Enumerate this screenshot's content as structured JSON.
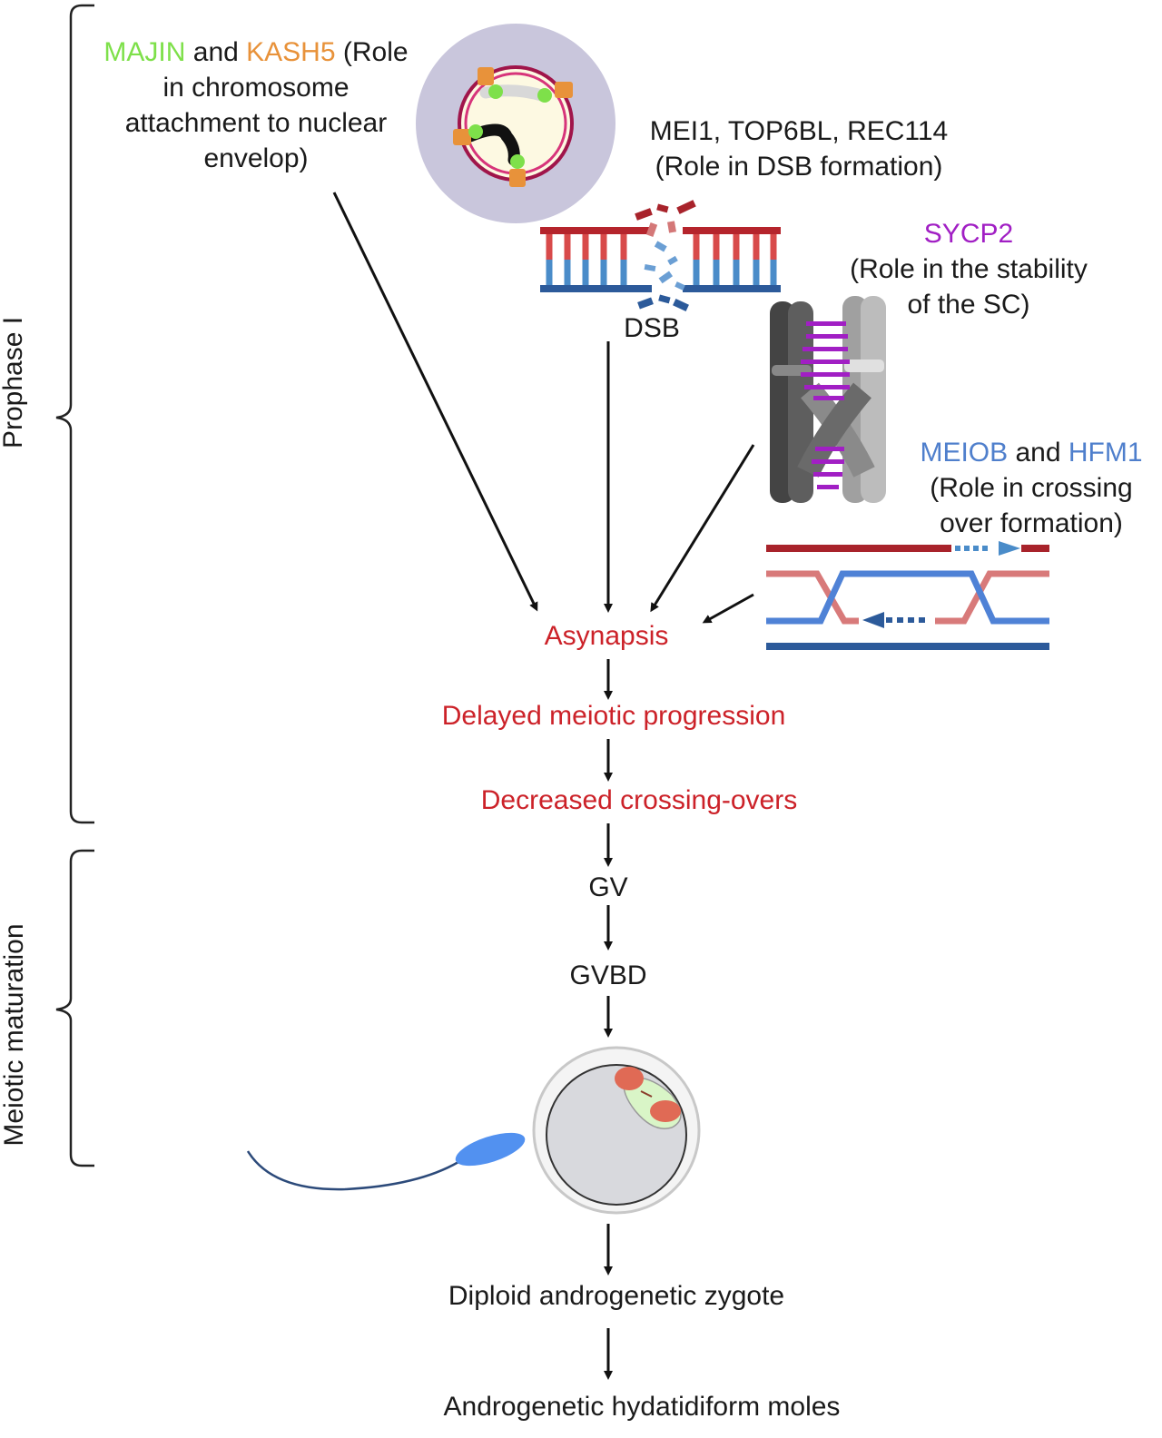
{
  "colors": {
    "majin": "#7ee04a",
    "kash5": "#e8923a",
    "sycp2": "#a11fc4",
    "meiob": "#4f7fcc",
    "outcome_red": "#cc2229",
    "arrow": "#111111"
  },
  "phases": {
    "prophase": "Prophase I",
    "maturation": "Meiotic maturation"
  },
  "genes": {
    "majin_kash5": {
      "gene1": "MAJIN",
      "conj": " and ",
      "gene2": "KASH5",
      "role_open": " (Role",
      "line2": "in chromosome",
      "line3": "attachment to nuclear",
      "line4": "envelop)"
    },
    "dsb": {
      "line1": "MEI1, TOP6BL, REC114",
      "line2": "(Role in DSB formation)",
      "label": "DSB"
    },
    "sycp2": {
      "gene": "SYCP2",
      "line2": "(Role in the stability",
      "line3": "of the SC)"
    },
    "meiob_hfm1": {
      "gene1": "MEIOB",
      "conj": " and ",
      "gene2": "HFM1",
      "line2": "(Role in crossing",
      "line3": "over formation)"
    }
  },
  "pathway": {
    "asynapsis": "Asynapsis",
    "delayed": "Delayed meiotic progression",
    "decreased": "Decreased crossing-overs",
    "gv": "GV",
    "gvbd": "GVBD",
    "zygote": "Diploid androgenetic zygote",
    "mole": "Androgenetic hydatidiform moles"
  },
  "icons": [
    "nucleus-icon",
    "dna-break-icon",
    "chromosome-pair-icon",
    "crossover-strands-icon",
    "oocyte-icon",
    "sperm-icon"
  ]
}
